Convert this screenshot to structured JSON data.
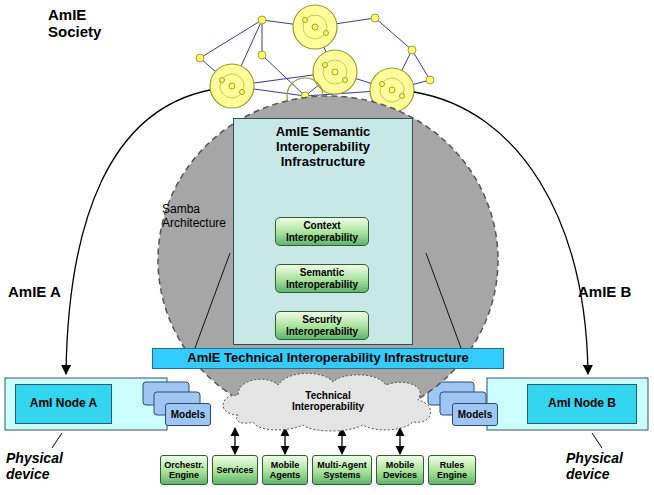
{
  "diagram": {
    "nodes": [
      {
        "text": [
          "Samba Architecture"
        ]
      },
      {
        "text": [
          "AmIE Semantic Interoperability Infrastructure"
        ],
        "in": 0
      },
      {
        "text": [
          "Context Interoperability"
        ],
        "in": 1
      },
      {
        "text": [
          "Semantic Interoperability"
        ],
        "in": 1
      },
      {
        "text": [
          "Security Interoperability"
        ],
        "in": 1
      },
      {
        "text": [
          "AmIE Technical Interoperability Infrastructure"
        ]
      },
      {
        "text": [
          "AmI Node A"
        ]
      },
      {
        "text": [
          "Models"
        ]
      },
      {
        "text": [
          "Technical Interoperability"
        ]
      },
      {
        "text": [
          "Models"
        ]
      },
      {
        "text": [
          "AmI Node B"
        ]
      },
      {
        "text": [
          "Orchestr. Engine"
        ]
      },
      {
        "text": [
          "Services"
        ]
      },
      {
        "text": [
          "Mobile Agents"
        ]
      },
      {
        "text": [
          "Multi-Agent Systems"
        ]
      },
      {
        "text": [
          "Mobile Devices"
        ]
      },
      {
        "text": [
          "Rules Engine"
        ]
      }
    ],
    "edges": [
      {
        "from": 8,
        "to": 12,
        "arrow": "both"
      },
      {
        "from": 8,
        "to": 13,
        "arrow": "both"
      },
      {
        "from": 8,
        "to": 14,
        "arrow": "both"
      },
      {
        "from": 8,
        "to": 15,
        "arrow": "both"
      }
    ],
    "labels": [
      "AmIE Society",
      "AmIE A",
      "AmIE B",
      "Physical device",
      "Physical device"
    ]
  }
}
